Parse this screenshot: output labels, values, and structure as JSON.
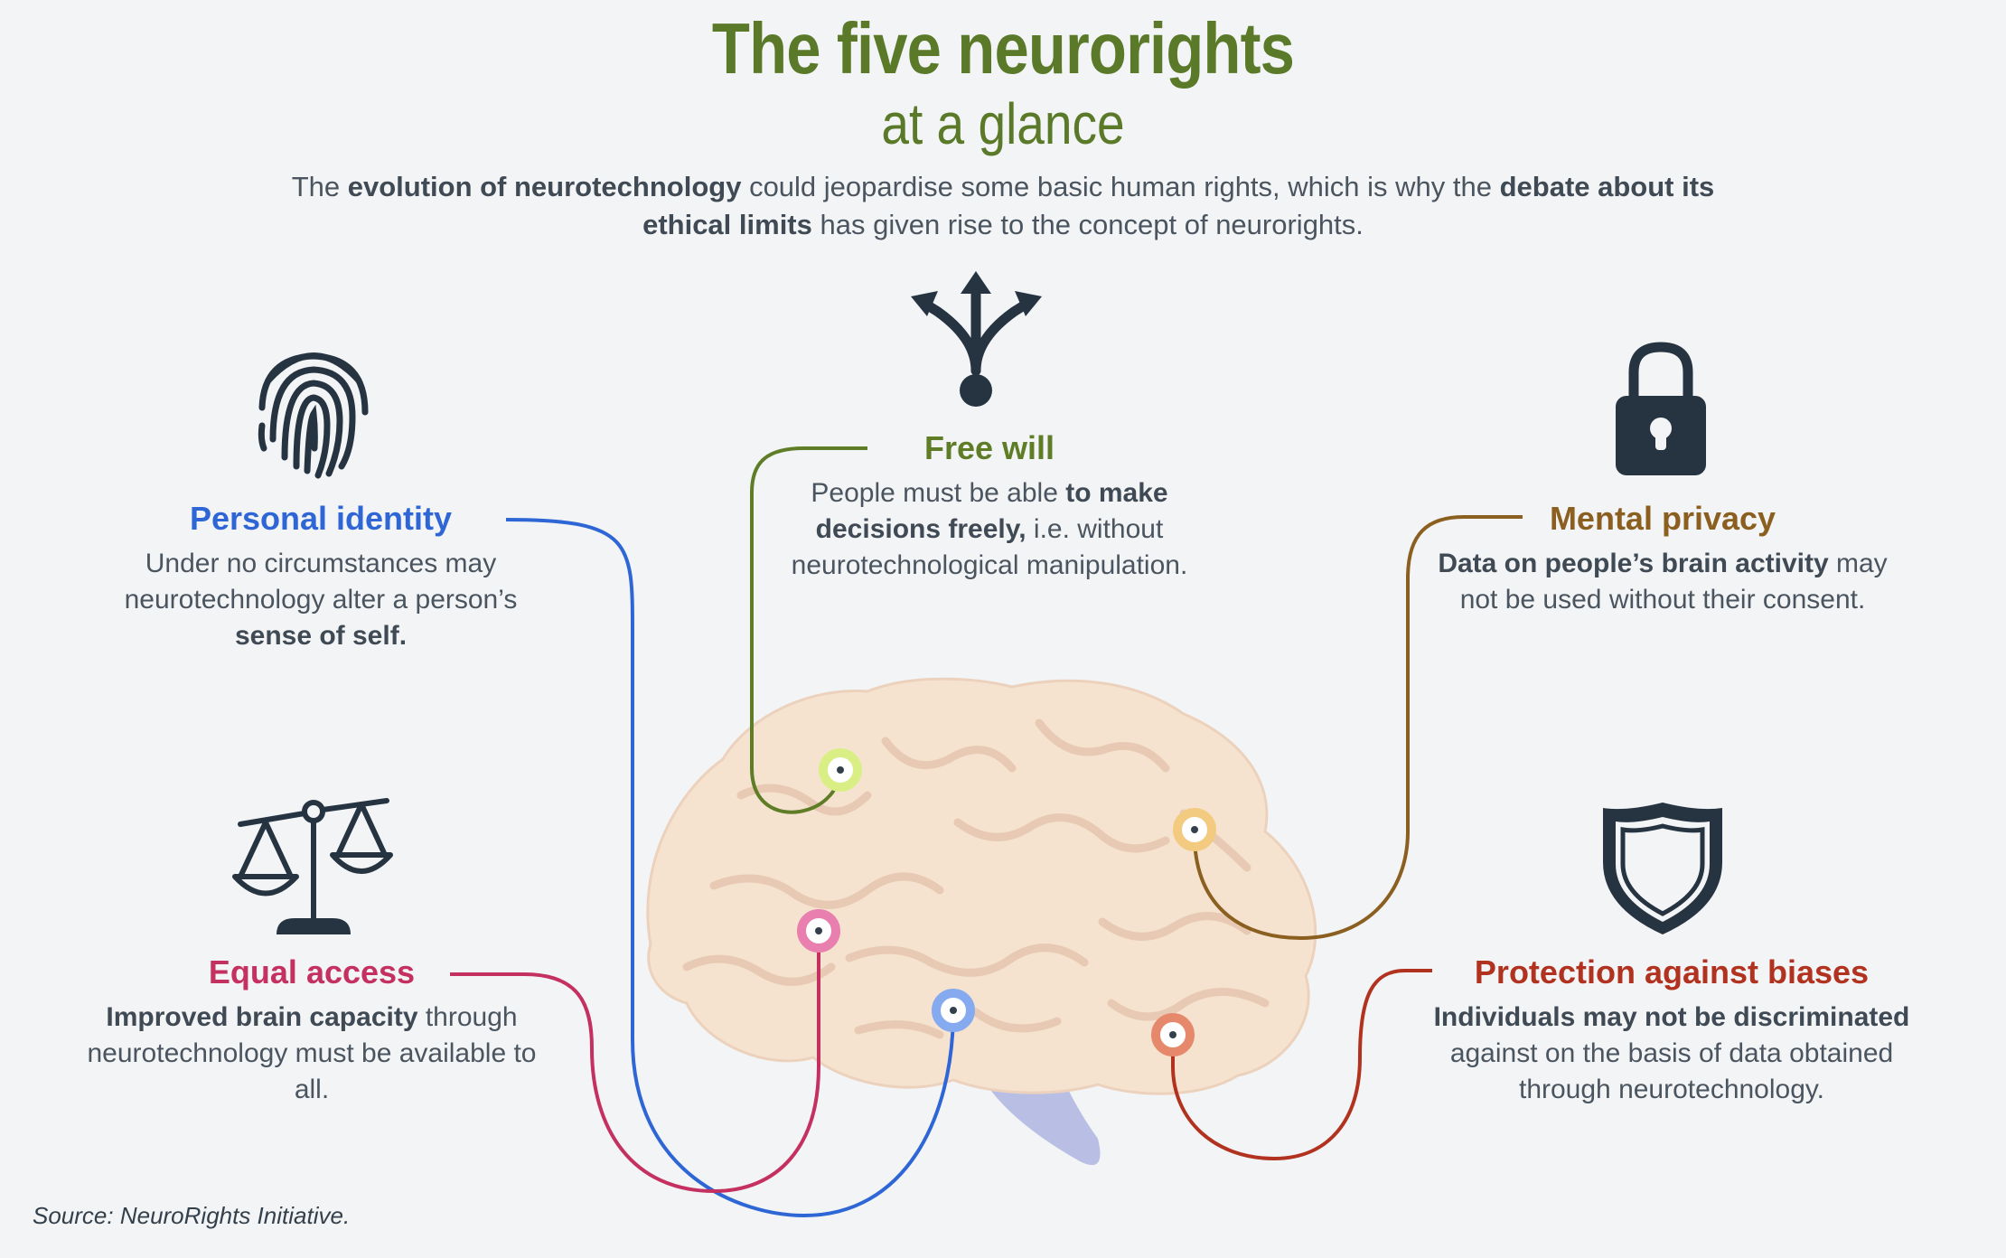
{
  "title": {
    "main": "The five neurorights",
    "sub": "at a glance"
  },
  "intro": {
    "t1": "The ",
    "b1": "evolution of neurotechnology",
    "t2": " could jeopardise some basic human rights, which is why the ",
    "b2": "debate about its ethical limits",
    "t3": " has given rise to the concept of neurorights."
  },
  "rights": {
    "personal_identity": {
      "title": "Personal identity",
      "t1": "Under no circumstances may neurotechnology alter a person’s ",
      "b1": "sense of self.",
      "color": "#2f66d6",
      "icon": "fingerprint-icon"
    },
    "free_will": {
      "title": "Free will",
      "t1": "People must be able ",
      "b1": "to make decisions freely,",
      "t2": " i.e. without neurotechnological manipulation.",
      "color": "#5e7d26",
      "icon": "branching-arrows-icon"
    },
    "mental_privacy": {
      "title": "Mental privacy",
      "b1": "Data on people’s brain activity",
      "t1": " may not be used without their consent.",
      "color": "#8a5f1f",
      "icon": "padlock-icon"
    },
    "equal_access": {
      "title": "Equal access",
      "b1": "Improved brain capacity",
      "t1": " through neurotechnology must be available to all.",
      "color": "#c4305f",
      "icon": "scales-icon"
    },
    "protection_biases": {
      "title": "Protection against biases",
      "b1": "Individuals may not be discriminated",
      "t1": " against on the basis of data obtained through neurotechnology.",
      "color": "#b0321f",
      "icon": "shield-icon"
    }
  },
  "source": "Source: NeuroRights Initiative."
}
